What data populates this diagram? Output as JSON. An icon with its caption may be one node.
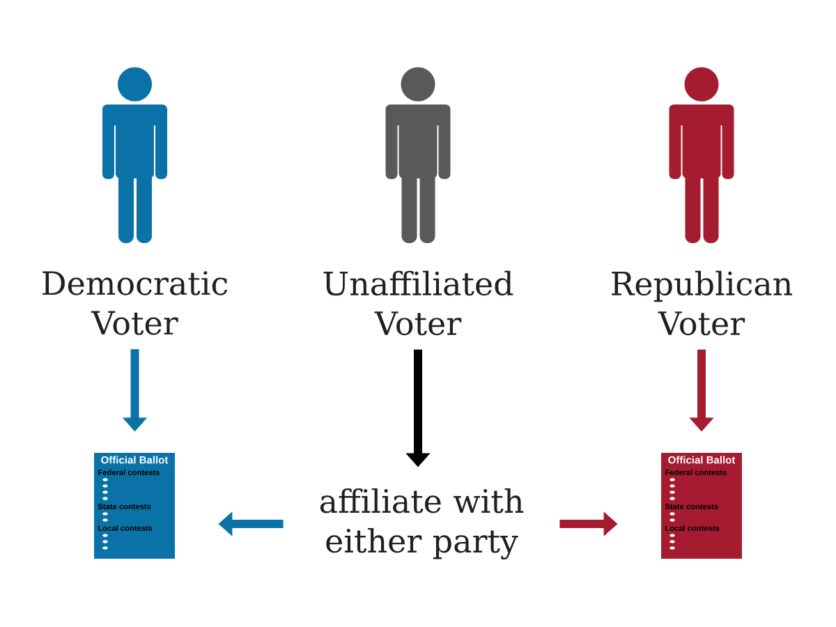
{
  "diagram": {
    "nodes": [
      {
        "text": [
          "Democratic Voter"
        ]
      },
      {
        "text": [
          "Unaffiliated Voter"
        ]
      },
      {
        "text": [
          "Republican Voter"
        ]
      },
      {
        "text": [
          "Official Ballot",
          "Federal contests",
          "State contests",
          "Local contests"
        ]
      },
      {
        "text": [
          "affiliate with either party"
        ]
      },
      {
        "text": [
          "Official Ballot",
          "Federal contests",
          "State contests",
          "Local contests"
        ]
      }
    ],
    "edges": [
      {
        "from": 0,
        "to": 3,
        "arrow": "to",
        "color": "#0b72a8"
      },
      {
        "from": 1,
        "to": 4,
        "arrow": "to",
        "color": "#000000"
      },
      {
        "from": 2,
        "to": 5,
        "arrow": "to",
        "color": "#a51c30"
      },
      {
        "from": 4,
        "to": 3,
        "arrow": "to",
        "color": "#0b72a8"
      },
      {
        "from": 4,
        "to": 5,
        "arrow": "to",
        "color": "#a51c30"
      }
    ]
  }
}
